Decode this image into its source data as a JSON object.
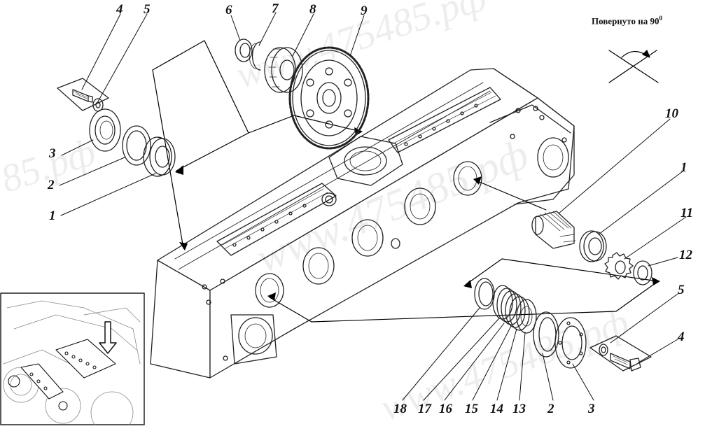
{
  "caption": {
    "text": "Повернуто на 90",
    "degree": "0"
  },
  "callouts": {
    "p1a": "1",
    "p2a": "2",
    "p3a": "3",
    "p4a": "4",
    "p5a": "5",
    "p6": "6",
    "p7": "7",
    "p8": "8",
    "p9": "9",
    "p10": "10",
    "p1b": "1",
    "p11": "11",
    "p12": "12",
    "p5b": "5",
    "p4b": "4",
    "p18": "18",
    "p17": "17",
    "p16": "16",
    "p15": "15",
    "p14": "14",
    "p13": "13",
    "p2b": "2",
    "p3b": "3"
  },
  "watermarks": {
    "w1": "www.475485.рф",
    "w2": "www.475485.рф",
    "w3": "www.475485.рф",
    "w4": "85.рф"
  },
  "colors": {
    "line": "#222222",
    "arrow": "#000000",
    "background": "#ffffff"
  }
}
